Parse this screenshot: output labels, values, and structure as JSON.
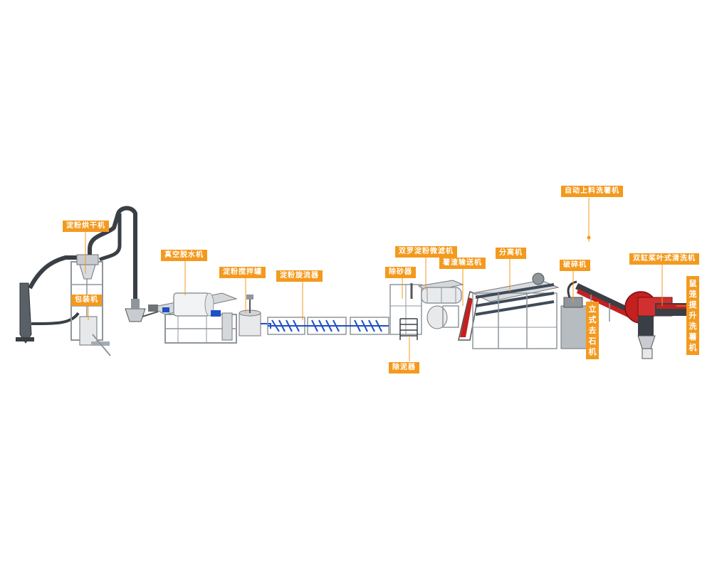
{
  "labels": {
    "dryer": "淀粉烘干机",
    "packaging": "包装机",
    "vacuum_dehydrator": "真空脱水机",
    "mixing_tank": "淀粉搅拌罐",
    "cyclone": "淀粉旋流器",
    "desander": "除砂器",
    "double_screen_filter": "双罗淀粉微滤机",
    "residue_conveyor": "薯渣输送机",
    "separator": "分离机",
    "crusher": "破碎机",
    "auto_feed_washer": "自动上料洗薯机",
    "double_paddle_washer": "双缸桨叶式清洗机",
    "desilter": "除泥器",
    "stone_remover": "立式去石机",
    "cage_washer": "鼠笼提升洗薯机"
  },
  "colors": {
    "label_bg": "#f39a1e",
    "label_text": "#ffffff",
    "pipe": "#3a3f45",
    "frame": "#8f969c",
    "blue": "#1f4fc4",
    "red": "#c42020"
  }
}
